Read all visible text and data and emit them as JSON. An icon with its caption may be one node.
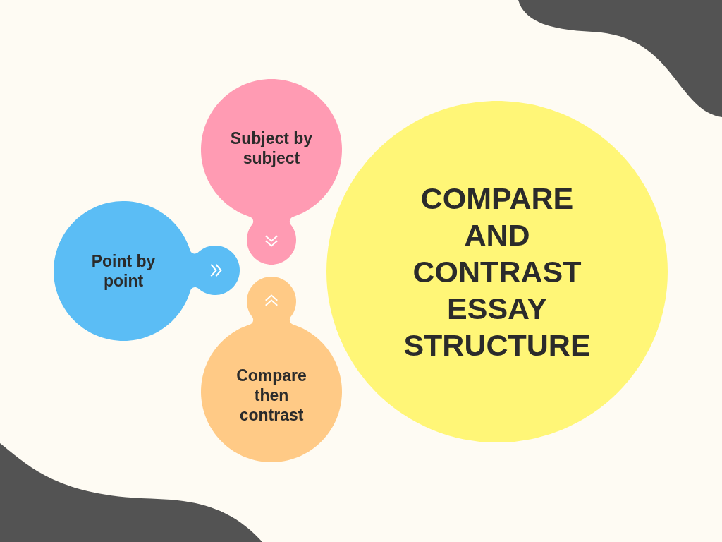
{
  "diagram": {
    "nodes": [
      {
        "text": [
          "Subject by subject"
        ]
      },
      {
        "text": [
          "Point by point"
        ]
      },
      {
        "text": [
          "Compare then contrast"
        ]
      },
      {
        "text": [
          "COMPARE AND CONTRAST ESSAY STRUCTURE"
        ]
      }
    ]
  }
}
